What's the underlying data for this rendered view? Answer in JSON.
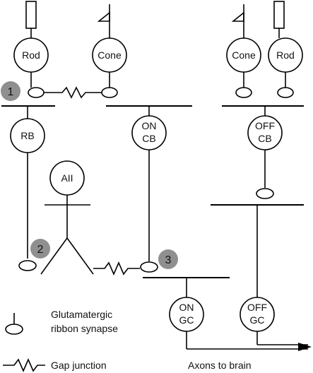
{
  "diagram": {
    "cells": {
      "rod_left": "Rod",
      "cone_left": "Cone",
      "cone_right": "Cone",
      "rod_right": "Rod",
      "rb": "RB",
      "on_cb": [
        "ON",
        "CB"
      ],
      "off_cb": [
        "OFF",
        "CB"
      ],
      "aii": "AII",
      "on_gc": [
        "ON",
        "GC"
      ],
      "off_gc": [
        "OFF",
        "GC"
      ]
    },
    "markers": [
      "1",
      "2",
      "3"
    ],
    "legend": {
      "synapse": [
        "Glutamatergic",
        "ribbon synapse"
      ],
      "gap_junction": "Gap junction"
    },
    "output_label": "Axons to brain"
  }
}
